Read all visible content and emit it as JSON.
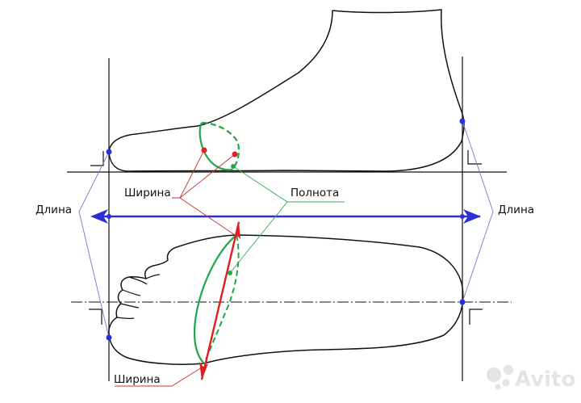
{
  "diagram": {
    "labels": {
      "width_top": "Ширина",
      "fullness": "Полнота",
      "length_left": "Длина",
      "length_right": "Длина",
      "width_bottom": "Ширина"
    },
    "watermark": "Avito",
    "colors": {
      "outline": "#111111",
      "length_line": "#2b2fd6",
      "width_line": "#e02020",
      "fullness_line": "#1fa84a",
      "leader_blue": "#6f7ad0",
      "leader_red": "#cc3333",
      "leader_green": "#33aa55"
    }
  }
}
